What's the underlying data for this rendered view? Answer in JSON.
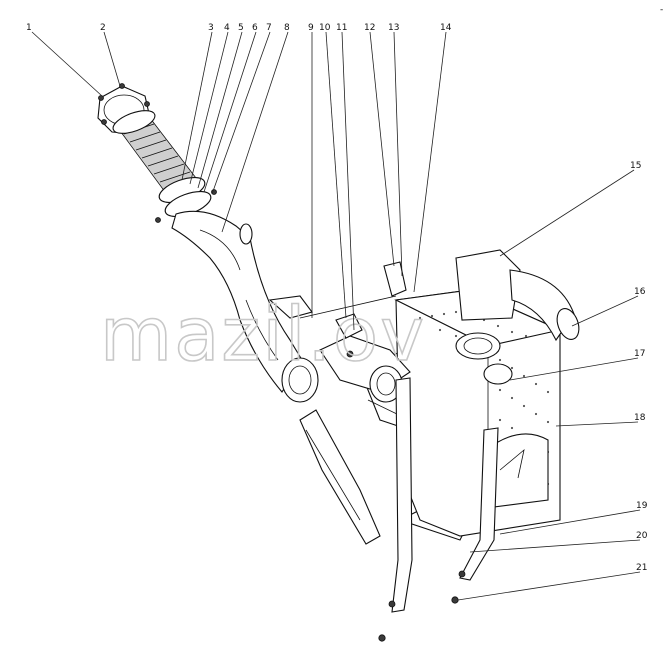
{
  "watermark": "mazil.ov",
  "corner_mark": "-",
  "callouts": [
    {
      "id": "callout-1",
      "label": "1"
    },
    {
      "id": "callout-2",
      "label": "2"
    },
    {
      "id": "callout-3",
      "label": "3"
    },
    {
      "id": "callout-4",
      "label": "4"
    },
    {
      "id": "callout-5",
      "label": "5"
    },
    {
      "id": "callout-6",
      "label": "6"
    },
    {
      "id": "callout-7",
      "label": "7"
    },
    {
      "id": "callout-8",
      "label": "8"
    },
    {
      "id": "callout-9",
      "label": "9"
    },
    {
      "id": "callout-10",
      "label": "10"
    },
    {
      "id": "callout-11",
      "label": "11"
    },
    {
      "id": "callout-12",
      "label": "12"
    },
    {
      "id": "callout-13",
      "label": "13"
    },
    {
      "id": "callout-14",
      "label": "14"
    },
    {
      "id": "callout-15",
      "label": "15"
    },
    {
      "id": "callout-16",
      "label": "16"
    },
    {
      "id": "callout-17",
      "label": "17"
    },
    {
      "id": "callout-18",
      "label": "18"
    },
    {
      "id": "callout-19",
      "label": "19"
    },
    {
      "id": "callout-20",
      "label": "20"
    },
    {
      "id": "callout-21",
      "label": "21"
    }
  ]
}
